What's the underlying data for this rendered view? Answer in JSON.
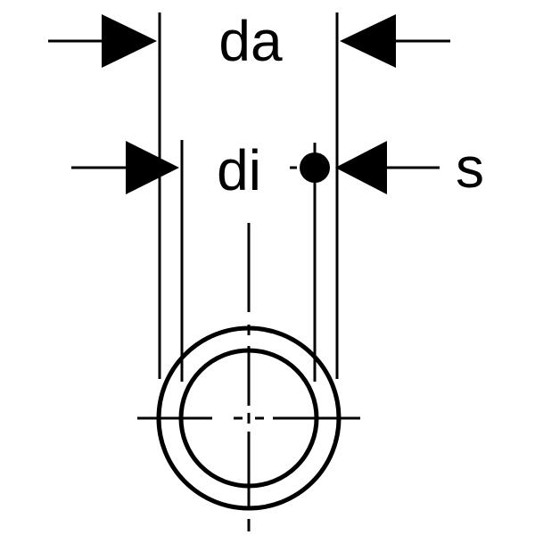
{
  "diagram": {
    "labels": {
      "outer_diameter": "da",
      "inner_diameter": "di",
      "wall_thickness": "s"
    },
    "colors": {
      "stroke": "#000000",
      "background": "#ffffff"
    }
  }
}
